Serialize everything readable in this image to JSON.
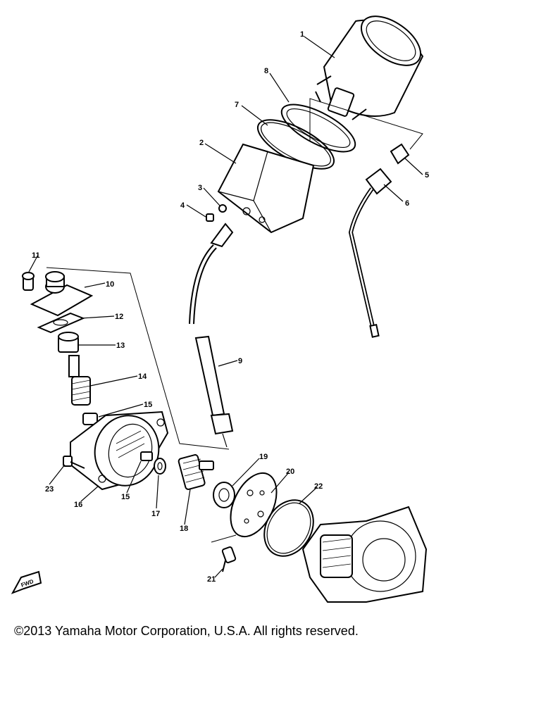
{
  "diagram": {
    "callouts": [
      "1",
      "2",
      "3",
      "4",
      "5",
      "6",
      "7",
      "8",
      "9",
      "10",
      "11",
      "12",
      "13",
      "14",
      "15",
      "15",
      "16",
      "17",
      "18",
      "19",
      "20",
      "21",
      "22",
      "23"
    ],
    "fwd_label": "FWD"
  },
  "footer": {
    "copyright": "©2013 Yamaha Motor Corporation, U.S.A. All rights reserved."
  }
}
